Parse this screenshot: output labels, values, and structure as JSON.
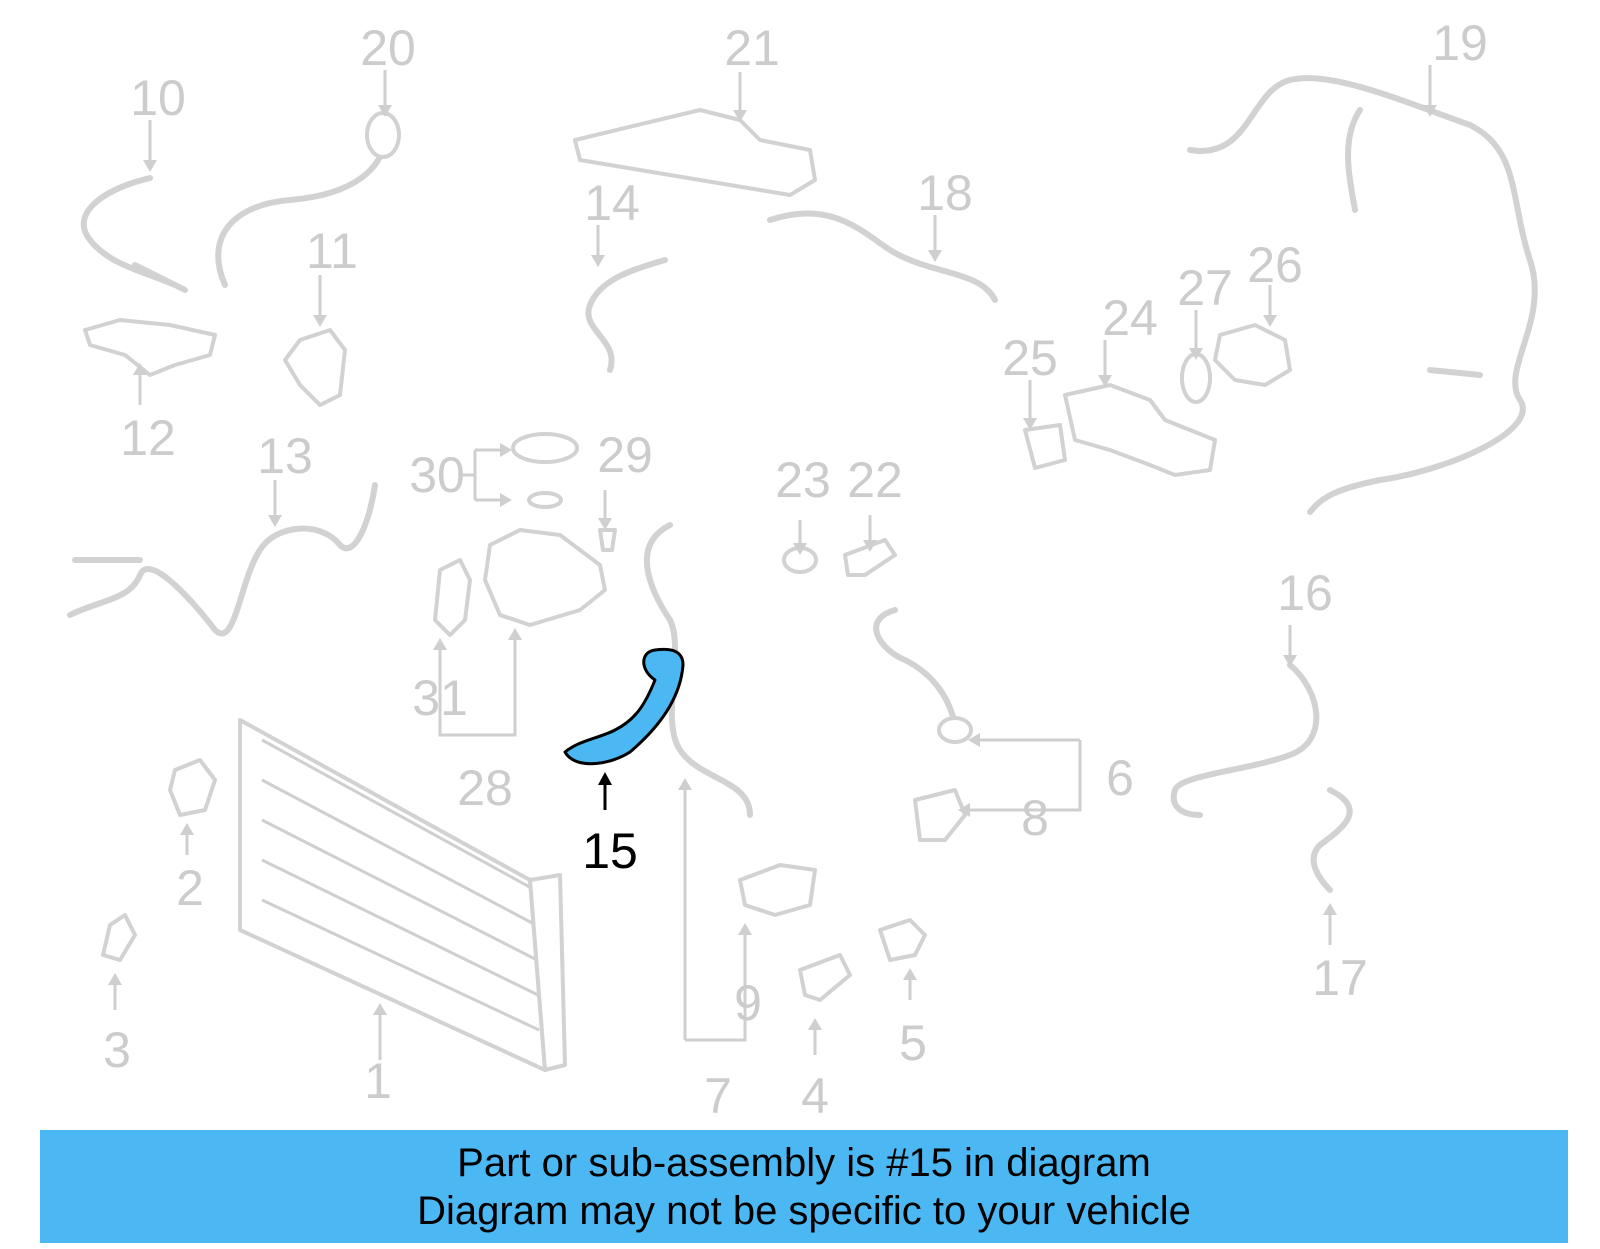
{
  "diagram": {
    "highlight_color": "#4cb8f3",
    "line_color": "#d2d2d2",
    "labels": {
      "p1": "1",
      "p2": "2",
      "p3": "3",
      "p4": "4",
      "p5": "5",
      "p6": "6",
      "p7": "7",
      "p8": "8",
      "p9": "9",
      "p10": "10",
      "p11": "11",
      "p12": "12",
      "p13": "13",
      "p14": "14",
      "p15": "15",
      "p16": "16",
      "p17": "17",
      "p18": "18",
      "p19": "19",
      "p20": "20",
      "p21": "21",
      "p22": "22",
      "p23": "23",
      "p24": "24",
      "p25": "25",
      "p26": "26",
      "p27": "27",
      "p28": "28",
      "p29": "29",
      "p30": "30",
      "p31": "31"
    }
  },
  "banner": {
    "color": "#4cb8f3",
    "line1": "Part or sub-assembly is #15 in diagram",
    "line2": "Diagram may not be specific to your vehicle"
  }
}
